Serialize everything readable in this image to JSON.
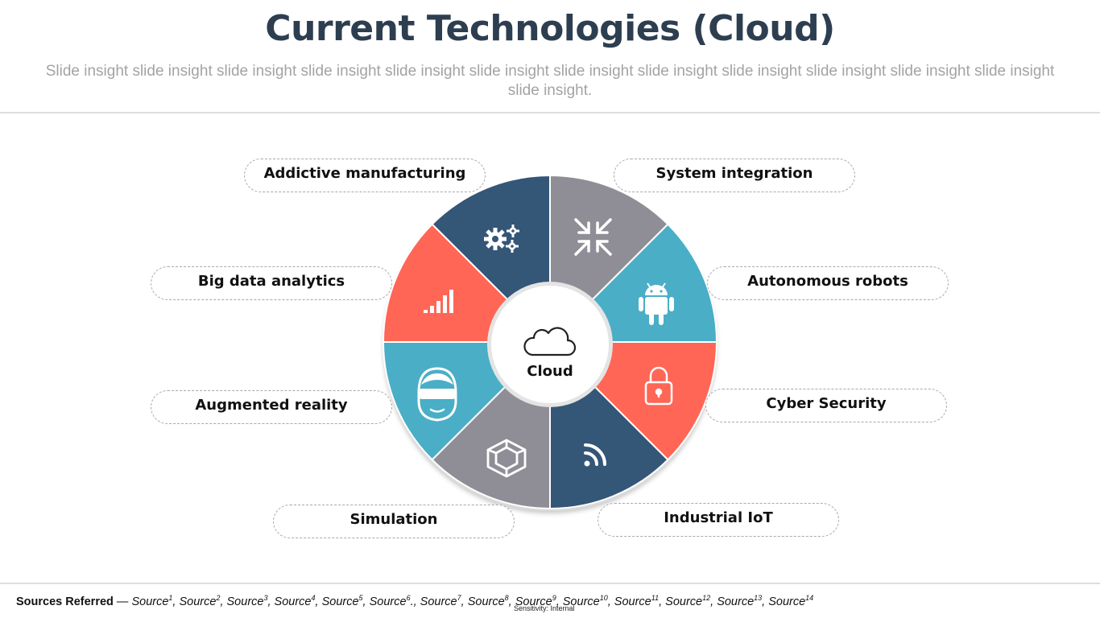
{
  "title": "Current Technologies (Cloud)",
  "subtitle": "Slide insight slide insight slide insight slide insight slide insight slide insight slide insight slide insight slide insight slide insight slide insight slide insight slide insight.",
  "center": {
    "label": "Cloud",
    "icon": "cloud-icon"
  },
  "segments": [
    {
      "label": "System integration",
      "icon": "compress-arrows-icon",
      "color": "#8f8e96"
    },
    {
      "label": "Autonomous robots",
      "icon": "android-icon",
      "color": "#4aaec6"
    },
    {
      "label": "Cyber Security",
      "icon": "lock-icon",
      "color": "#ff6655"
    },
    {
      "label": "Industrial IoT",
      "icon": "rss-icon",
      "color": "#345677"
    },
    {
      "label": "Simulation",
      "icon": "cube-wireframe-icon",
      "color": "#8f8e96"
    },
    {
      "label": "Augmented reality",
      "icon": "vr-goggles-person-icon",
      "color": "#4aaec6"
    },
    {
      "label": "Big data analytics",
      "icon": "bar-signal-icon",
      "color": "#ff6655"
    },
    {
      "label": "Addictive manufacturing",
      "icon": "gears-icon",
      "color": "#345677"
    }
  ],
  "footer": {
    "sources_label": "Sources Referred",
    "sources_sep": " — ",
    "sources": [
      {
        "text": "Source",
        "sup": "1",
        "sep": ", "
      },
      {
        "text": "Source",
        "sup": "2",
        "sep": ", "
      },
      {
        "text": "Source",
        "sup": "3",
        "sep": ", "
      },
      {
        "text": "Source",
        "sup": "4",
        "sep": ", "
      },
      {
        "text": "Source",
        "sup": "5",
        "sep": ", "
      },
      {
        "text": "Source",
        "sup": "6",
        "sep": "., "
      },
      {
        "text": "Source",
        "sup": "7",
        "sep": ", "
      },
      {
        "text": "Source",
        "sup": "8",
        "sep": ", "
      },
      {
        "text": "Source",
        "sup": "9",
        "sep": ", "
      },
      {
        "text": "Source",
        "sup": "10",
        "sep": ", "
      },
      {
        "text": "Source",
        "sup": "11",
        "sep": ", "
      },
      {
        "text": "Source",
        "sup": "12",
        "sep": ", "
      },
      {
        "text": "Source",
        "sup": "13",
        "sep": ", "
      },
      {
        "text": "Source",
        "sup": "14",
        "sep": ""
      }
    ],
    "sensitivity": "Sensitivity: Internal"
  }
}
